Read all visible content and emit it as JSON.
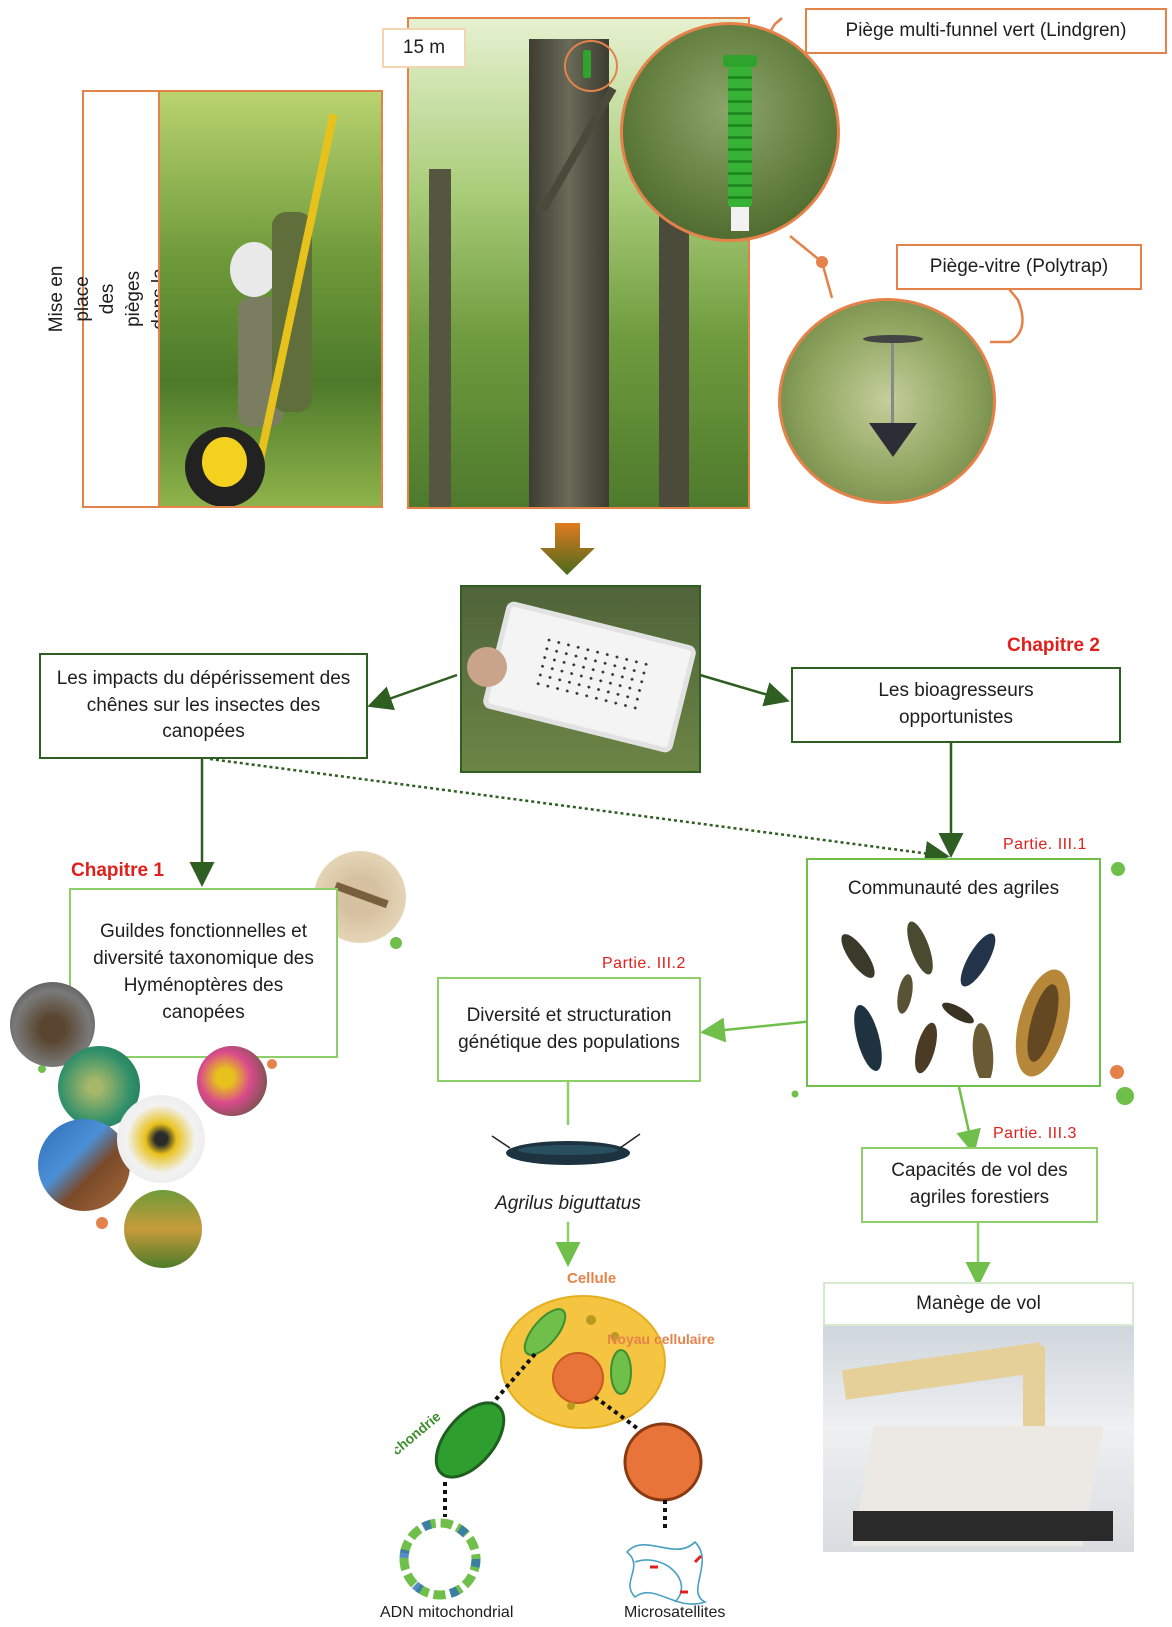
{
  "top": {
    "caption_setup": "Mise en place des pièges dans la canopée",
    "height_label": "15 m",
    "trap_green_label": "Piège multi-funnel vert (Lindgren)",
    "trap_window_label": "Piège-vitre (Polytrap)"
  },
  "flow": {
    "chapter1": "Chapitre 1",
    "chapter2": "Chapitre 2",
    "impacts_box": "Les impacts du dépérissement des chênes sur les insectes des canopées",
    "bioagresseurs_box": "Les bioagresseurs opportunistes",
    "guildes_box": "Guildes fonctionnelles et diversité taxonomique des Hyménoptères des canopées",
    "part_iii1": "Partie. III.1",
    "part_iii2": "Partie. III.2",
    "part_iii3": "Partie. III.3",
    "agriles_title": "Communauté des agriles",
    "diversite_box": "Diversité et structuration génétique des populations",
    "vol_box": "Capacités de vol des agriles forestiers",
    "species": "Agrilus biguttatus",
    "manege_label": "Manège de vol"
  },
  "cell": {
    "cellule": "Cellule",
    "noyau": "Noyau cellulaire",
    "mitochondrie": "Mitochondrie",
    "adn": "ADN mitochondrial",
    "microsat": "Microsatellites"
  },
  "colors": {
    "orange": "#e5824a",
    "dark_green": "#2e5e22",
    "light_green": "#8fcf6a",
    "red": "#e0201c"
  }
}
